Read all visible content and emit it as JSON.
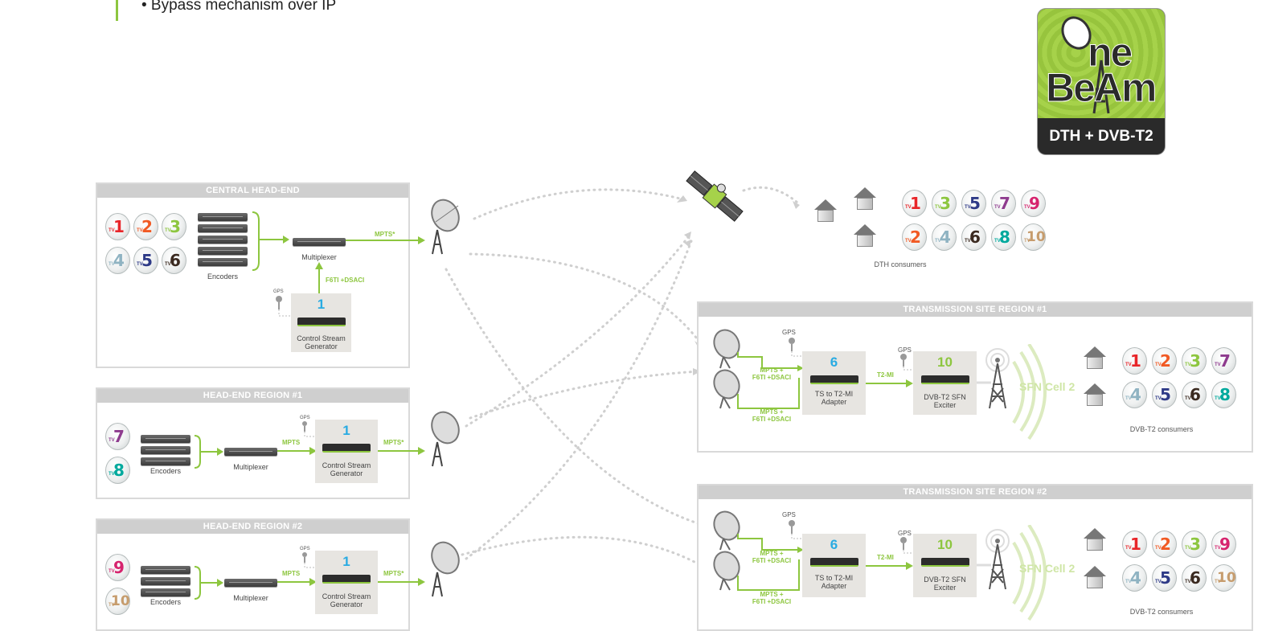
{
  "header": {
    "bullet": "• Bypass mechanism over IP"
  },
  "logo": {
    "word_top": "ne",
    "word_bottom": "BeAm",
    "caption": "DTH + DVB-T2"
  },
  "colors": {
    "accent": "#8dc63f",
    "panel_title_bg": "#cfcfcf",
    "box_bg": "#e7e5e1",
    "arrow_dotted": "#cfcfcf"
  },
  "tv_colors": {
    "1": "#e8262a",
    "2": "#f15a24",
    "3": "#8dc63f",
    "4": "#8fb3c2",
    "5": "#2e3a87",
    "6": "#3b2a20",
    "7": "#8e3b8e",
    "8": "#00a99d",
    "9": "#d6246e",
    "10": "#c69c6d"
  },
  "central": {
    "title": "CENTRAL HEAD-END",
    "channels": [
      "1",
      "2",
      "3",
      "4",
      "5",
      "6"
    ],
    "encoders": "Encoders",
    "multiplexer": "Multiplexer",
    "mpts": "MPTS*",
    "f6ti": "F6TI +DSACI",
    "gps": "GPS",
    "csg_num": "1",
    "csg_label_1": "Control Stream",
    "csg_label_2": "Generator"
  },
  "region1": {
    "title": "HEAD-END REGION #1",
    "channels": [
      "7",
      "8"
    ],
    "encoders": "Encoders",
    "multiplexer": "Multiplexer",
    "mpts": "MPTS",
    "mpts_out": "MPTS*",
    "gps": "GPS",
    "csg_num": "1",
    "csg_label_1": "Control Stream",
    "csg_label_2": "Generator"
  },
  "region2": {
    "title": "HEAD-END REGION #2",
    "channels": [
      "9",
      "10"
    ],
    "encoders": "Encoders",
    "multiplexer": "Multiplexer",
    "mpts": "MPTS",
    "mpts_out": "MPTS*",
    "gps": "GPS",
    "csg_num": "1",
    "csg_label_1": "Control Stream",
    "csg_label_2": "Generator"
  },
  "dth": {
    "channels_row1": [
      "1",
      "3",
      "5",
      "7",
      "9"
    ],
    "channels_row2": [
      "2",
      "4",
      "6",
      "8",
      "10"
    ],
    "label": "DTH consumers"
  },
  "tx1": {
    "title": "TRANSMISSION SITE REGION #1",
    "gps1": "GPS",
    "gps2": "GPS",
    "mpts_a_1": "MPTS +",
    "mpts_a_2": "F6TI +DSACI",
    "mpts_b_1": "MPTS +",
    "mpts_b_2": "F6TI +DSACI",
    "adapter_num": "6",
    "adapter_1": "TS to T2-MI",
    "adapter_2": "Adapter",
    "t2mi": "T2-MI",
    "exciter_num": "10",
    "exciter_1": "DVB-T2 SFN",
    "exciter_2": "Exciter",
    "sfn": "SFN Cell 2",
    "channels_row1": [
      "1",
      "2",
      "3",
      "7"
    ],
    "channels_row2": [
      "4",
      "5",
      "6",
      "8"
    ],
    "consumers": "DVB-T2 consumers"
  },
  "tx2": {
    "title": "TRANSMISSION SITE REGION #2",
    "gps1": "GPS",
    "gps2": "GPS",
    "mpts_a_1": "MPTS +",
    "mpts_a_2": "F6TI +DSACI",
    "mpts_b_1": "MPTS +",
    "mpts_b_2": "F6TI +DSACI",
    "adapter_num": "6",
    "adapter_1": "TS to T2-MI",
    "adapter_2": "Adapter",
    "t2mi": "T2-MI",
    "exciter_num": "10",
    "exciter_1": "DVB-T2 SFN",
    "exciter_2": "Exciter",
    "sfn": "SFN Cell 2",
    "channels_row1": [
      "1",
      "2",
      "3",
      "9"
    ],
    "channels_row2": [
      "4",
      "5",
      "6",
      "10"
    ],
    "consumers": "DVB-T2 consumers"
  }
}
